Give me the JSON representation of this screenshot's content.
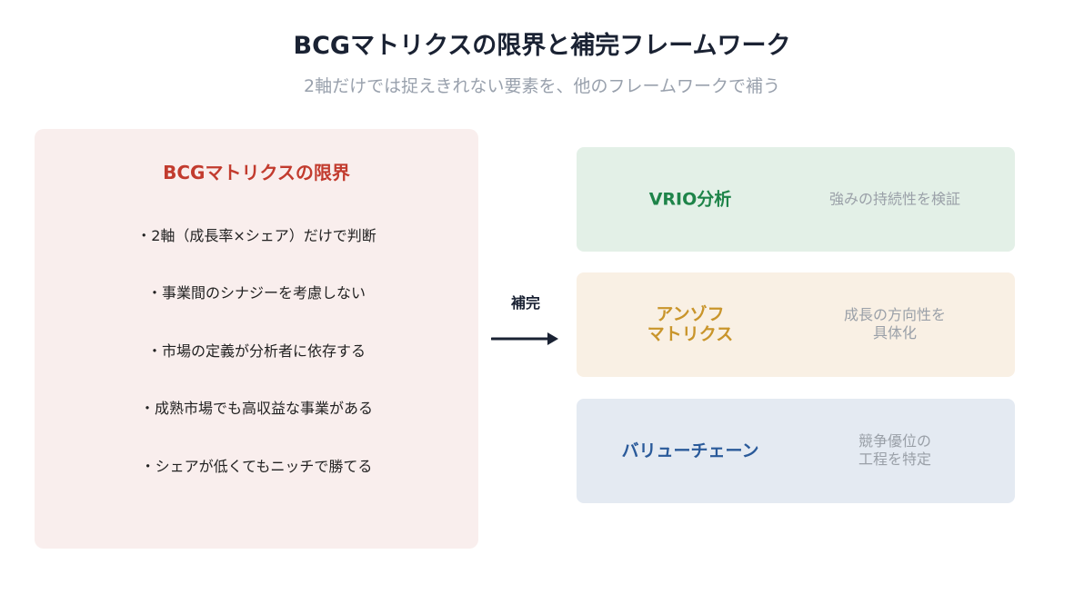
{
  "title": "BCGマトリクスの限界と補完フレームワーク",
  "subtitle": "2軸だけでは捉えきれない要素を、他のフレームワークで補う",
  "limits": {
    "heading": "BCGマトリクスの限界",
    "items": [
      "・2軸（成長率×シェア）だけで判断",
      "・事業間のシナジーを考慮しない",
      "・市場の定義が分析者に依存する",
      "・成熟市場でも高収益な事業がある",
      "・シェアが低くてもニッチで勝てる"
    ]
  },
  "arrow_label": "補完",
  "frameworks": [
    {
      "name": "VRIO分析",
      "desc": "強みの持続性を検証",
      "color": "#1e8449",
      "bg": "#e3f0e7"
    },
    {
      "name": "アンゾフ\nマトリクス",
      "desc": "成長の方向性を\n具体化",
      "color": "#c9952b",
      "bg": "#f9f0e4"
    },
    {
      "name": "バリューチェーン",
      "desc": "競争優位の\n工程を特定",
      "color": "#2a5a9a",
      "bg": "#e4eaf2"
    }
  ]
}
